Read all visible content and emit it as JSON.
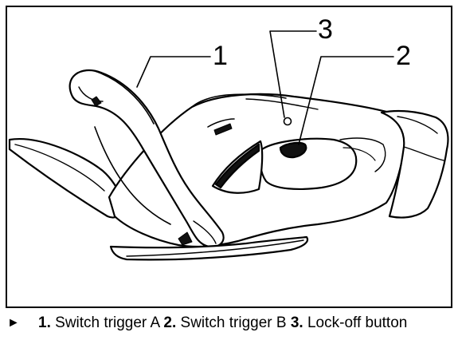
{
  "figure": {
    "callouts": [
      {
        "number": "1"
      },
      {
        "number": "2"
      },
      {
        "number": "3"
      }
    ]
  },
  "caption": {
    "marker": "►",
    "items": [
      {
        "number": "1.",
        "label": "Switch trigger A"
      },
      {
        "number": "2.",
        "label": "Switch trigger B"
      },
      {
        "number": "3.",
        "label": "Lock-off button"
      }
    ]
  }
}
